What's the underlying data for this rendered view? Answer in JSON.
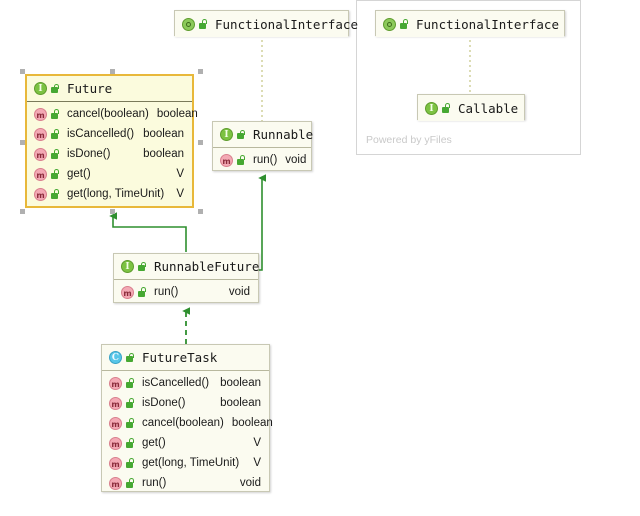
{
  "diagram": {
    "title": "Java Future / FutureTask UML class diagram",
    "watermark": "Powered by yFiles",
    "colors": {
      "node_fill": "#fbfbf0",
      "node_border": "#c8c8b4",
      "selected_fill": "#fbfbdd",
      "selected_border": "#e8b83a",
      "edge_green": "#2f8f2f",
      "annotation_dotted": "#dcdcb4",
      "interface_icon": "#7cc242",
      "class_icon": "#57c6e8",
      "annotation_icon": "#8cc95a",
      "method_icon": "#f3a9b4",
      "panel_border": "#d5d5d5",
      "watermark_text": "#c9c9c9"
    }
  },
  "nodes": {
    "annotation_left": {
      "stereotype_icon": "annotation-icon",
      "visibility_icon": "public-lock-icon",
      "name": "FunctionalInterface",
      "members": []
    },
    "annotation_right": {
      "stereotype_icon": "annotation-icon",
      "visibility_icon": "public-lock-icon",
      "name": "FunctionalInterface",
      "members": []
    },
    "future": {
      "stereotype_icon": "interface-icon",
      "visibility_icon": "public-lock-icon",
      "name": "Future",
      "selected": true,
      "members": [
        {
          "icon": "method-icon",
          "visibility": "public-lock-icon",
          "name": "cancel(boolean)",
          "type": "boolean"
        },
        {
          "icon": "method-icon",
          "visibility": "public-lock-icon",
          "name": "isCancelled()",
          "type": "boolean"
        },
        {
          "icon": "method-icon",
          "visibility": "public-lock-icon",
          "name": "isDone()",
          "type": "boolean"
        },
        {
          "icon": "method-icon",
          "visibility": "public-lock-icon",
          "name": "get()",
          "type": "V"
        },
        {
          "icon": "method-icon",
          "visibility": "public-lock-icon",
          "name": "get(long, TimeUnit)",
          "type": "V"
        }
      ]
    },
    "runnable": {
      "stereotype_icon": "interface-icon",
      "visibility_icon": "public-lock-icon",
      "name": "Runnable",
      "members": [
        {
          "icon": "method-icon",
          "visibility": "public-lock-icon",
          "name": "run()",
          "type": "void"
        }
      ]
    },
    "callable": {
      "stereotype_icon": "interface-icon",
      "visibility_icon": "public-lock-icon",
      "name": "Callable",
      "members": []
    },
    "runnable_future": {
      "stereotype_icon": "interface-icon",
      "visibility_icon": "public-lock-icon",
      "name": "RunnableFuture",
      "members": [
        {
          "icon": "method-icon",
          "visibility": "public-lock-icon",
          "name": "run()",
          "type": "void"
        }
      ]
    },
    "future_task": {
      "stereotype_icon": "class-icon",
      "visibility_icon": "public-lock-icon",
      "name": "FutureTask",
      "members": [
        {
          "icon": "method-icon",
          "visibility": "public-lock-icon",
          "name": "isCancelled()",
          "type": "boolean"
        },
        {
          "icon": "method-icon",
          "visibility": "public-lock-icon",
          "name": "isDone()",
          "type": "boolean"
        },
        {
          "icon": "method-icon",
          "visibility": "public-lock-icon",
          "name": "cancel(boolean)",
          "type": "boolean"
        },
        {
          "icon": "method-icon",
          "visibility": "public-lock-icon",
          "name": "get()",
          "type": "V"
        },
        {
          "icon": "method-icon",
          "visibility": "public-lock-icon",
          "name": "get(long, TimeUnit)",
          "type": "V"
        },
        {
          "icon": "method-icon",
          "visibility": "public-lock-icon",
          "name": "run()",
          "type": "void"
        }
      ]
    }
  },
  "edges": [
    {
      "from": "runnable_future",
      "to": "future",
      "style": "solid",
      "arrow": "generalization"
    },
    {
      "from": "runnable_future",
      "to": "runnable",
      "style": "solid",
      "arrow": "generalization"
    },
    {
      "from": "future_task",
      "to": "runnable_future",
      "style": "dashed",
      "arrow": "realization"
    },
    {
      "from": "annotation_left",
      "to": "runnable",
      "style": "dotted",
      "arrow": "none"
    },
    {
      "from": "annotation_right",
      "to": "callable",
      "style": "dotted",
      "arrow": "none"
    }
  ]
}
